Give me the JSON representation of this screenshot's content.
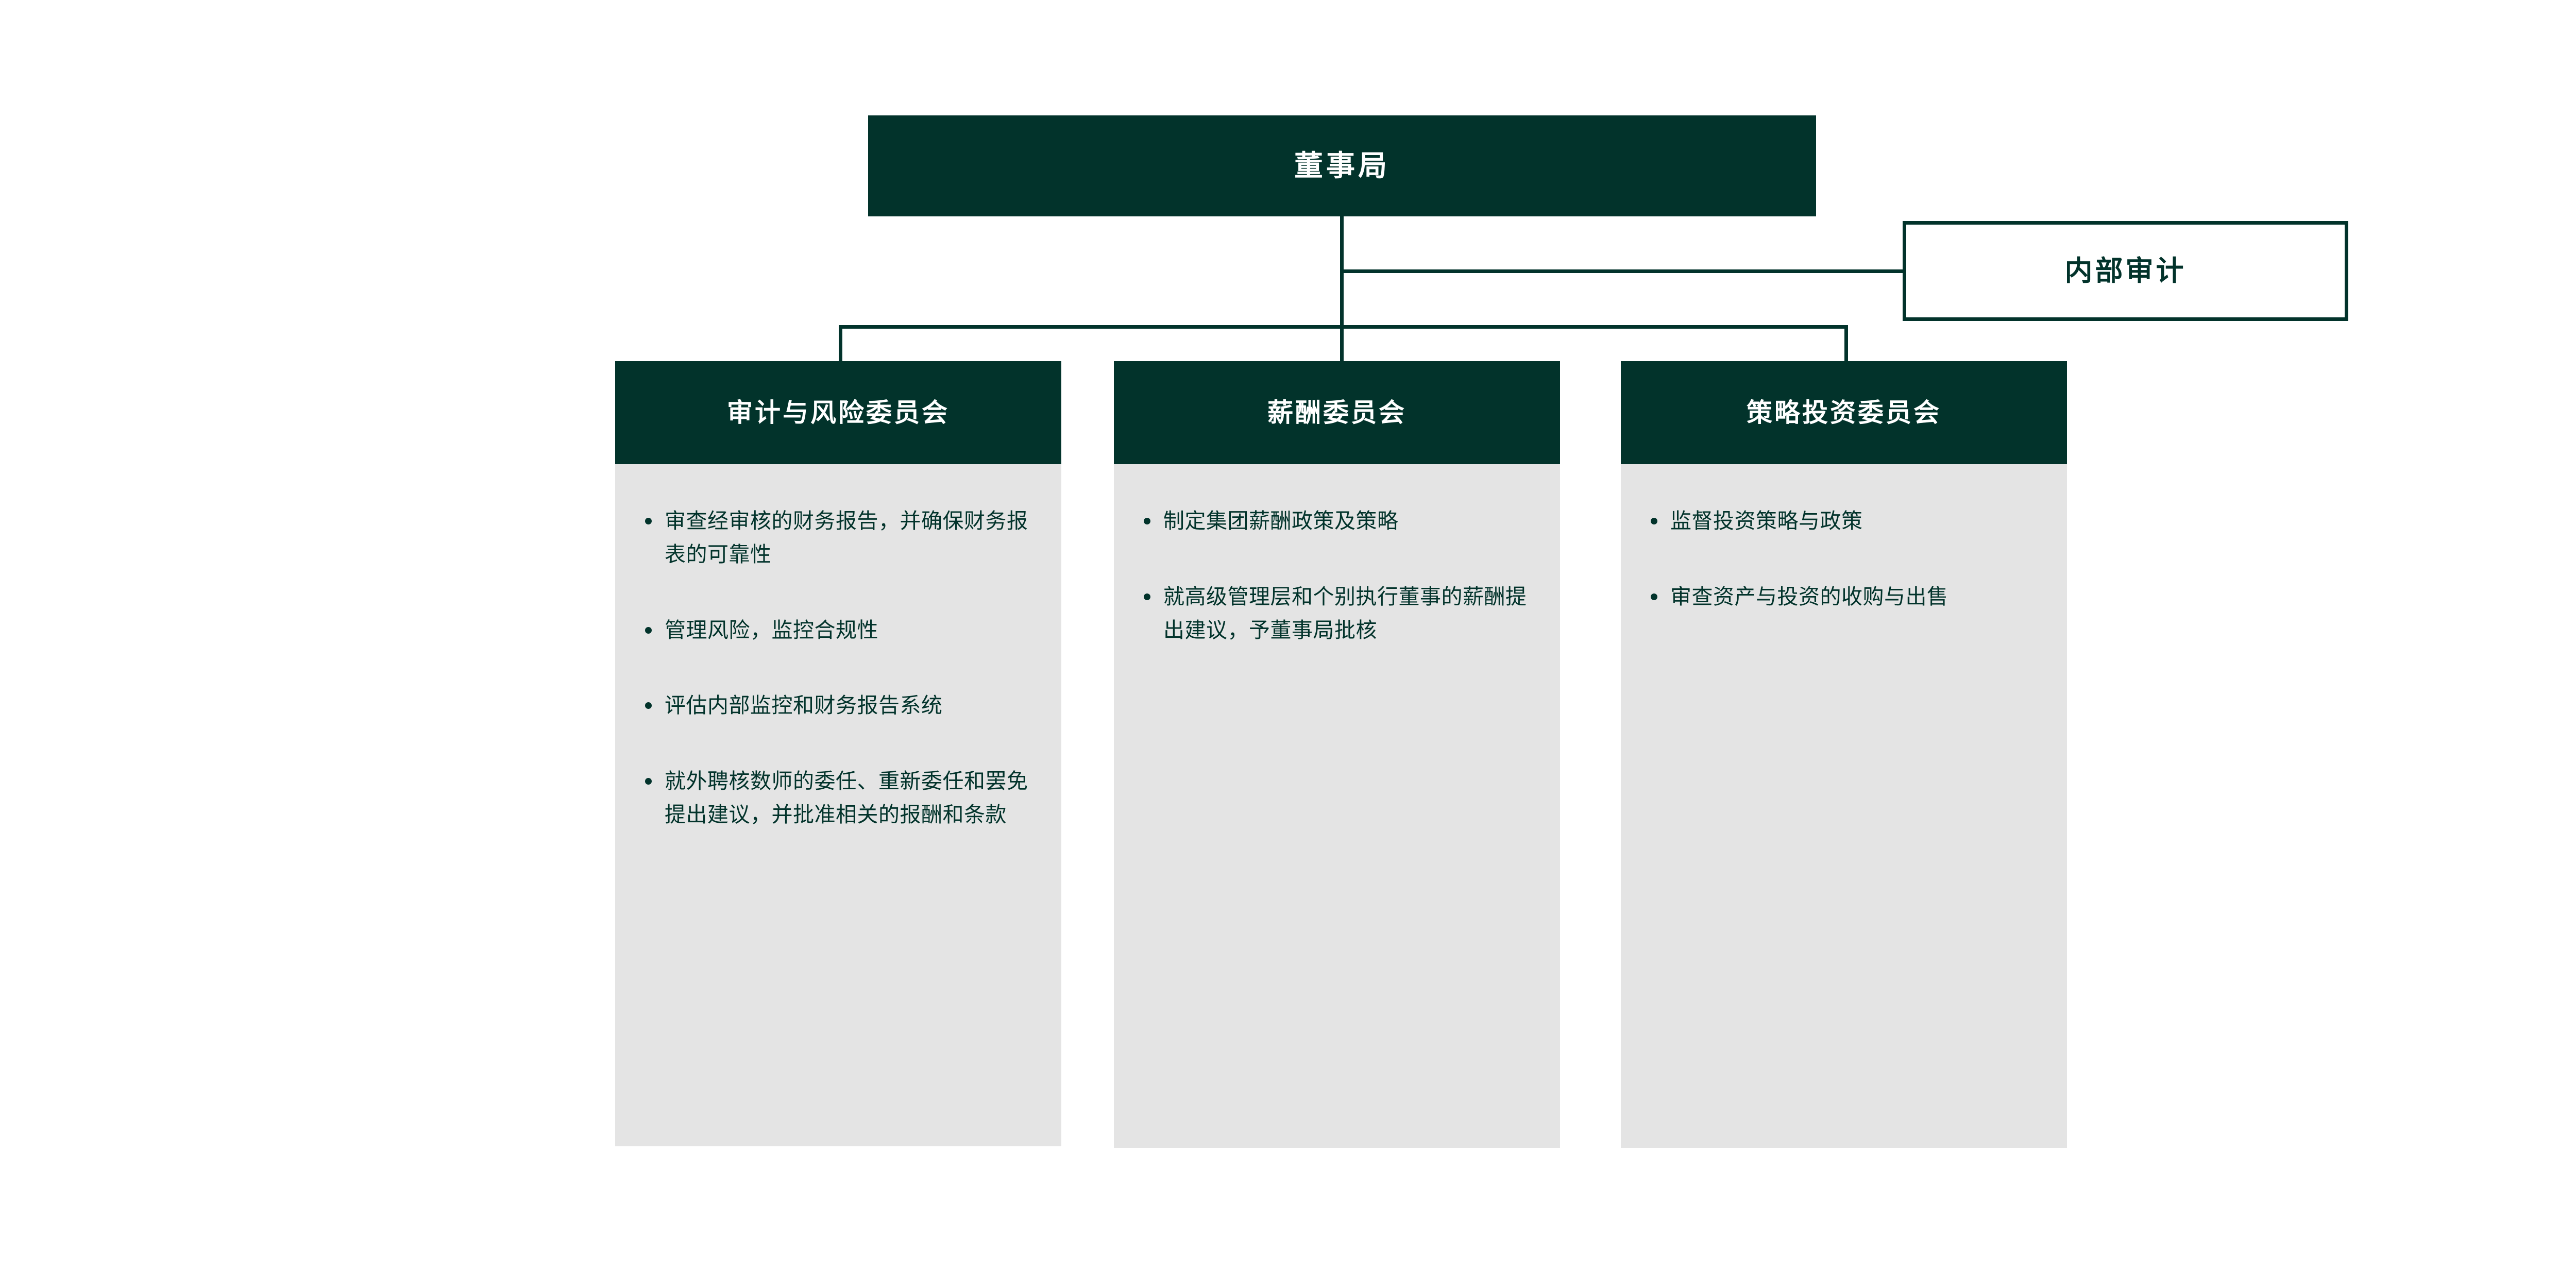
{
  "diagram": {
    "title_node": {
      "label": "董事局"
    },
    "side_node": {
      "label": "内部审计"
    },
    "colors": {
      "brand_dark_green": "#02332B",
      "card_body_grey": "#E4E4E4",
      "header_text": "#FFFFFF",
      "background": "#FFFFFF"
    },
    "committees": [
      {
        "id": "audit-risk",
        "title": "审计与风险委员会",
        "bullets": [
          "审查经审核的财务报告，并确保财务报表的可靠性",
          "管理风险，监控合规性",
          "评估内部监控和财务报告系统",
          "就外聘核数师的委任、重新委任和罢免提出建议，并批准相关的报酬和条款"
        ]
      },
      {
        "id": "remuneration",
        "title": "薪酬委员会",
        "bullets": [
          "制定集团薪酬政策及策略",
          "就高级管理层和个别执行董事的薪酬提出建议，予董事局批核"
        ]
      },
      {
        "id": "strategic-investment",
        "title": "策略投资委员会",
        "bullets": [
          "监督投资策略与政策",
          "审查资产与投资的收购与出售"
        ]
      }
    ]
  }
}
